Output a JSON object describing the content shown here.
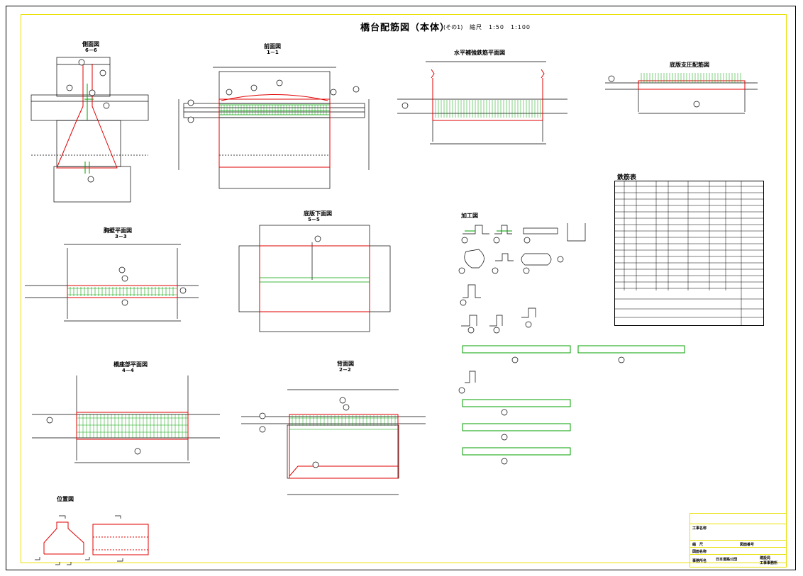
{
  "drawing": {
    "title": "橋台配筋図（本体）",
    "sheet_no": "(その1)",
    "scale": "縮尺　1:50　1:100"
  },
  "views": {
    "side_view": "側面図",
    "side_view_section": "6－6",
    "front_view": "前面図",
    "front_view_section": "1－1",
    "horizontal_rebar_plan": "水平補強鉄筋平面図",
    "bearing_rebar": "底版支圧配筋図",
    "wing_wall_plan": "胸壁平面図",
    "wing_wall_section": "3－3",
    "footing_bottom": "底版下面図",
    "footing_bottom_section": "5－5",
    "footing_plan": "橋座部平面図",
    "footing_plan_section": "4－4",
    "back_view": "背面図",
    "back_view_section": "2－2",
    "processing": "加工図",
    "location": "位置図",
    "rebar_table": "鉄筋表"
  },
  "title_block": {
    "name1": "工事名称",
    "name2": "縮　尺",
    "name3": "図面番号",
    "name4": "図面名称",
    "name5": "事務所名",
    "org": "日本道路公団",
    "org2": "建設局",
    "org3": "工事事務所"
  },
  "colors": {
    "concrete": "#e00000",
    "rebar": "#00a000",
    "line": "#000000",
    "frame": "#e8e000"
  }
}
